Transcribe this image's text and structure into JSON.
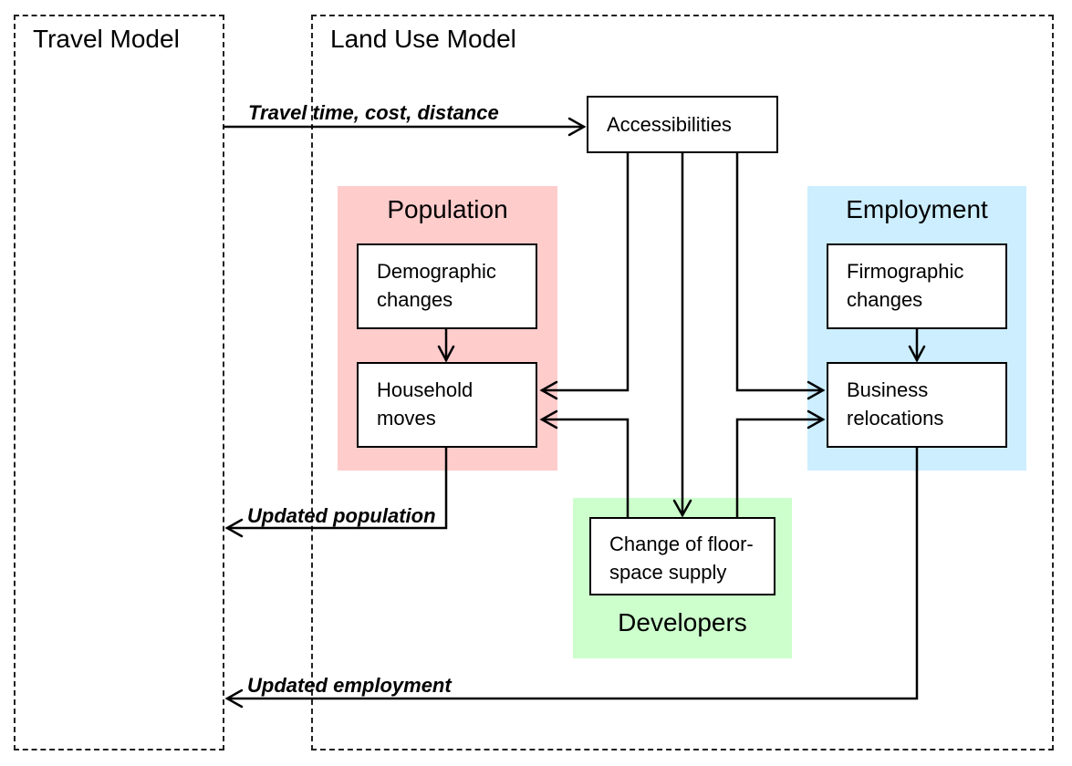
{
  "panels": {
    "travel_model": "Travel Model",
    "land_use_model": "Land Use Model"
  },
  "groups": {
    "population": "Population",
    "employment": "Employment",
    "developers": "Developers"
  },
  "boxes": {
    "accessibilities": "Accessibilities",
    "demographic_changes": [
      "Demographic",
      "changes"
    ],
    "household_moves": [
      "Household",
      "moves"
    ],
    "firmographic_changes": [
      "Firmographic",
      "changes"
    ],
    "business_relocations": [
      "Business",
      "relocations"
    ],
    "floor_space": [
      "Change of floor-",
      "space supply"
    ]
  },
  "flows": {
    "travel_time_cost_distance": "Travel time, cost, distance",
    "updated_population": "Updated population",
    "updated_employment": "Updated employment"
  },
  "colors": {
    "population_fill": "#ffcccc",
    "employment_fill": "#cceeff",
    "developers_fill": "#ccffcc"
  }
}
